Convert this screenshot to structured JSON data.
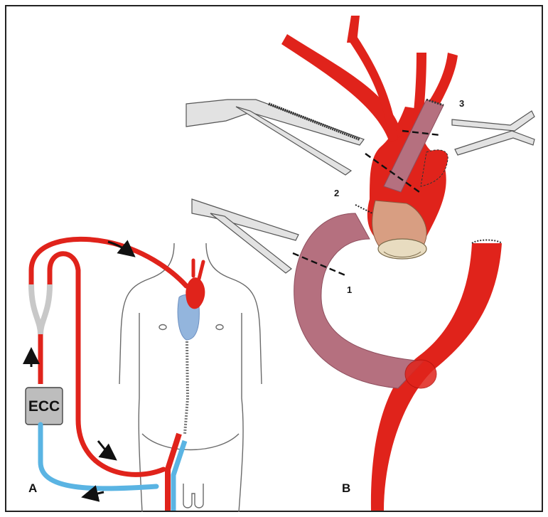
{
  "panels": {
    "a": "A",
    "b": "B"
  },
  "machine": {
    "label": "ECC"
  },
  "sites": {
    "one": "1",
    "two": "2",
    "three": "3"
  },
  "colors": {
    "artery": "#e0231b",
    "artery_dark": "#b3130e",
    "graft": "#b5707f",
    "graft_light": "#c99aa6",
    "venous": "#5ab4e3",
    "venous_dark": "#3a8fc2",
    "heart_blue": "#93b5dd",
    "machine_gray": "#bdbdbd",
    "outline": "#555555",
    "frame": "#222222"
  },
  "icons": {
    "arrows": "curved-black-arrow",
    "clamps": "surgical-clamp",
    "body": "torso-outline"
  }
}
